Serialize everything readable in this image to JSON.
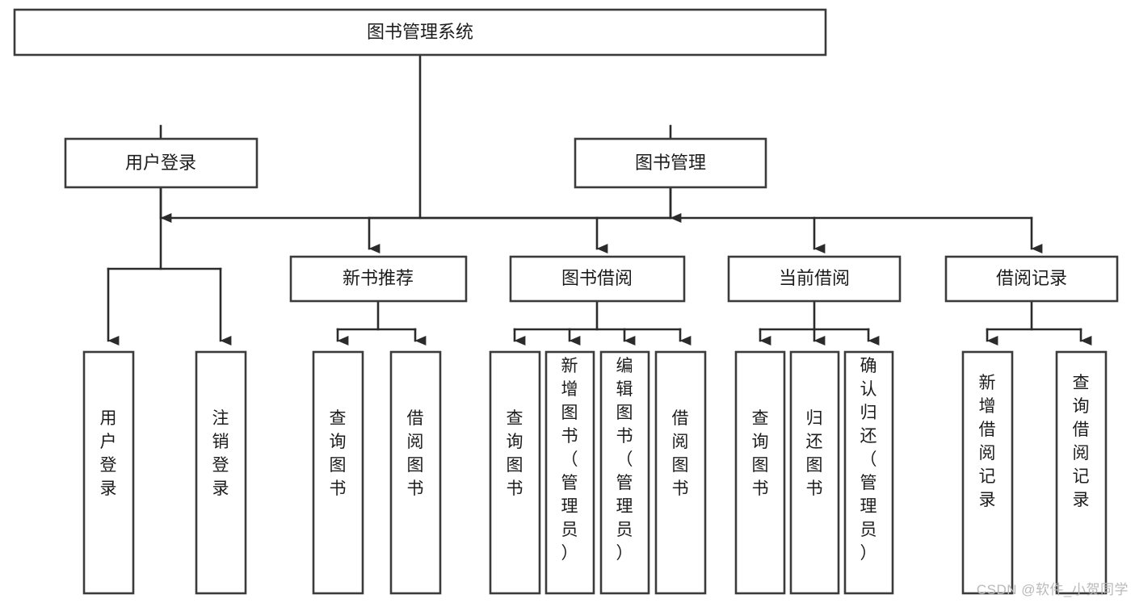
{
  "diagram": {
    "title": "图书管理系统",
    "type": "tree-hierarchy-chart",
    "watermark": "CSDN @软件_小贺同学",
    "colors": {
      "background": "#ffffff",
      "box_stroke": "#3b3b3b",
      "link_stroke": "#2b2b2b",
      "text": "#1c1c1c",
      "watermark": "#b9b9b9"
    },
    "root": {
      "label": "图书管理系统",
      "orientation": "horizontal"
    },
    "level2": [
      {
        "label": "用户登录",
        "orientation": "horizontal"
      },
      {
        "label": "图书管理",
        "orientation": "horizontal"
      }
    ],
    "level3": [
      {
        "label": "新书推荐",
        "orientation": "horizontal"
      },
      {
        "label": "图书借阅",
        "orientation": "horizontal"
      },
      {
        "label": "当前借阅",
        "orientation": "horizontal"
      },
      {
        "label": "借阅记录",
        "orientation": "horizontal"
      }
    ],
    "leaves": {
      "user_login": [
        {
          "label": "用户登录",
          "orientation": "vertical"
        },
        {
          "label": "注销登录",
          "orientation": "vertical"
        }
      ],
      "new_book_recommend": [
        {
          "label": "查询图书",
          "orientation": "vertical"
        },
        {
          "label": "借阅图书",
          "orientation": "vertical"
        }
      ],
      "book_borrow": [
        {
          "label": "查询图书",
          "orientation": "vertical"
        },
        {
          "label": "新增图书（管理员）",
          "orientation": "vertical"
        },
        {
          "label": "编辑图书（管理员）",
          "orientation": "vertical"
        },
        {
          "label": "借阅图书",
          "orientation": "vertical"
        }
      ],
      "current_borrow": [
        {
          "label": "查询图书",
          "orientation": "vertical"
        },
        {
          "label": "归还图书",
          "orientation": "vertical"
        },
        {
          "label": "确认归还（管理员）",
          "orientation": "vertical"
        }
      ],
      "borrow_record": [
        {
          "label": "新增借阅记录",
          "orientation": "vertical"
        },
        {
          "label": "查询借阅记录",
          "orientation": "vertical"
        }
      ]
    }
  }
}
